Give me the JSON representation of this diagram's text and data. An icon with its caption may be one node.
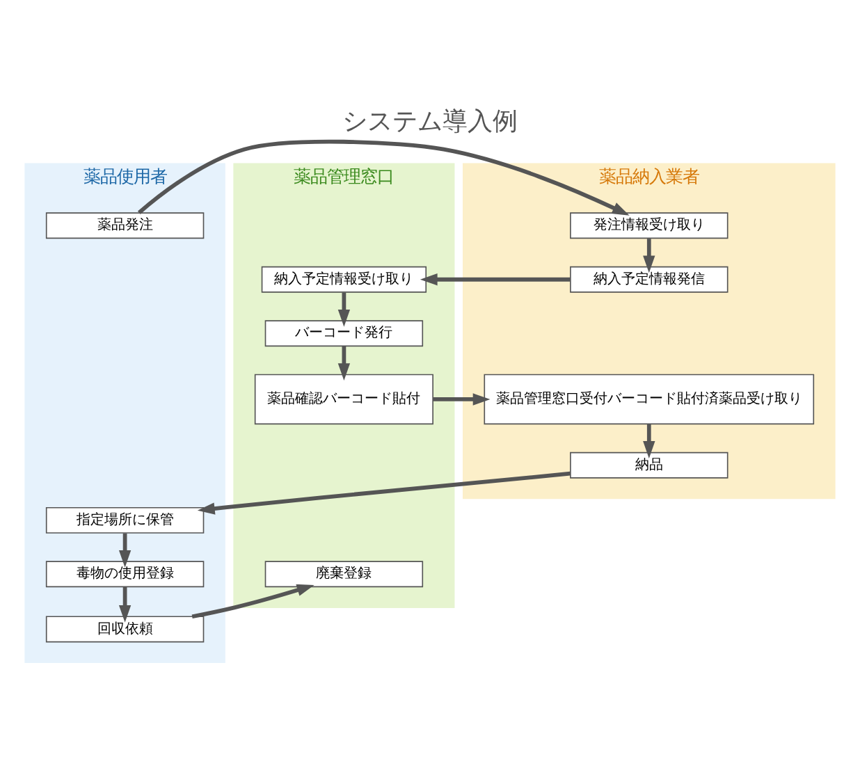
{
  "diagram": {
    "title": "システム導入例",
    "nodes": [
      {
        "text": [
          "薬品使用者"
        ]
      },
      {
        "text": [
          "薬品納入業者"
        ]
      },
      {
        "text": [
          "薬品管理窓口"
        ]
      },
      {
        "text": [
          "薬品発注"
        ],
        "in": 0
      },
      {
        "text": [
          "発注情報受け取り"
        ],
        "in": 1
      },
      {
        "text": [
          "納入予定情報発信"
        ],
        "in": 1
      },
      {
        "text": [
          "納入予定情報受け取り"
        ],
        "in": 2
      },
      {
        "text": [
          "バーコード発行"
        ],
        "in": 2
      },
      {
        "text": [
          "薬品確認バーコード貼付"
        ],
        "in": 2
      },
      {
        "text": [
          "薬品管理窓口受付バーコード貼付済薬品受け取り"
        ],
        "in": 1
      },
      {
        "text": [
          "納品"
        ],
        "in": 1
      },
      {
        "text": [
          "指定場所に保管"
        ],
        "in": 0
      },
      {
        "text": [
          "毒物の使用登録"
        ],
        "in": 0
      },
      {
        "text": [
          "回収依頼"
        ],
        "in": 0
      },
      {
        "text": [
          "廃棄登録"
        ],
        "in": 2
      }
    ],
    "edges": [
      {
        "from": 3,
        "to": 4,
        "arrow": "to"
      },
      {
        "from": 4,
        "to": 5,
        "arrow": "to"
      },
      {
        "from": 5,
        "to": 6,
        "arrow": "to"
      },
      {
        "from": 6,
        "to": 7,
        "arrow": "to"
      },
      {
        "from": 7,
        "to": 8,
        "arrow": "to"
      },
      {
        "from": 8,
        "to": 9,
        "arrow": "to"
      },
      {
        "from": 9,
        "to": 10,
        "arrow": "to"
      },
      {
        "from": 10,
        "to": 11,
        "arrow": "to"
      },
      {
        "from": 11,
        "to": 12,
        "arrow": "to"
      },
      {
        "from": 12,
        "to": 13,
        "arrow": "to"
      },
      {
        "from": 13,
        "to": 14,
        "arrow": "to"
      }
    ]
  }
}
